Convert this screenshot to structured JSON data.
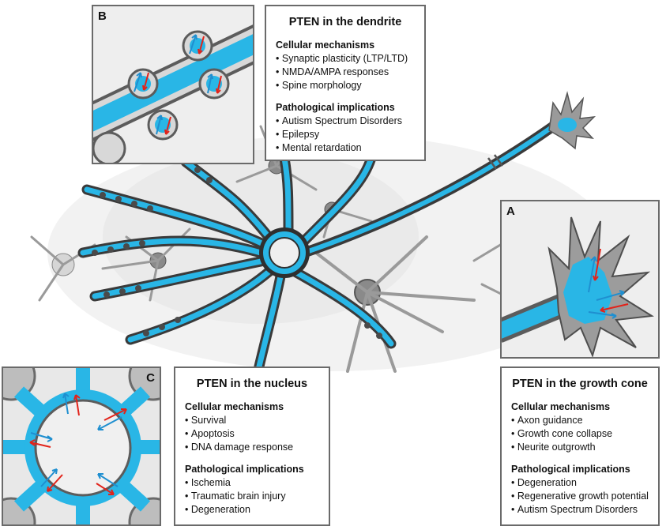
{
  "colors": {
    "accent": "#29b6e6",
    "arrow_red": "#e2231a",
    "arrow_blue": "#1f8fd0",
    "neuron_gray": "#6e6e6e"
  },
  "panels": {
    "b_letter": "B",
    "a_letter": "A",
    "c_letter": "C"
  },
  "dendrite": {
    "title": "PTEN in the dendrite",
    "mech_heading": "Cellular mechanisms",
    "mechanisms": [
      "Synaptic plasticity (LTP/LTD)",
      "NMDA/AMPA responses",
      "Spine morphology"
    ],
    "path_heading": "Pathological implications",
    "pathologies": [
      "Autism Spectrum Disorders",
      "Epilepsy",
      "Mental retardation"
    ]
  },
  "nucleus": {
    "title": "PTEN in the nucleus",
    "mech_heading": "Cellular mechanisms",
    "mechanisms": [
      "Survival",
      "Apoptosis",
      "DNA damage response"
    ],
    "path_heading": "Pathological implications",
    "pathologies": [
      "Ischemia",
      "Traumatic brain injury",
      "Degeneration"
    ]
  },
  "growth_cone": {
    "title": "PTEN in the growth cone",
    "mech_heading": "Cellular mechanisms",
    "mechanisms": [
      "Axon guidance",
      "Growth cone collapse",
      "Neurite outgrowth"
    ],
    "path_heading": "Pathological implications",
    "pathologies": [
      "Degeneration",
      "Regenerative growth potential",
      "Autism Spectrum Disorders"
    ]
  }
}
